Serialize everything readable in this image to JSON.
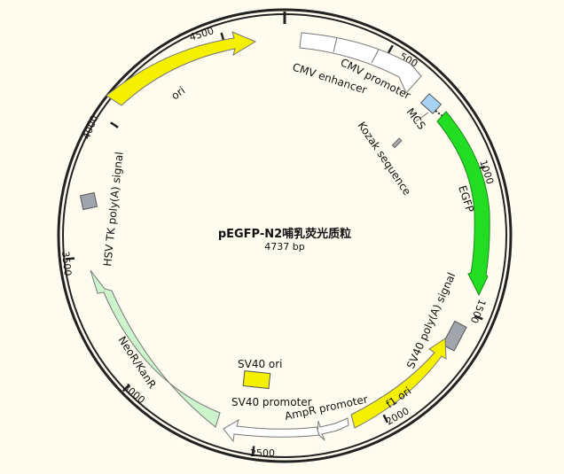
{
  "plasmid": {
    "name": "pEGFP-N2哺乳荧光质粒",
    "size_label": "4737 bp",
    "length": 4737
  },
  "ticks": [
    {
      "bp": 500,
      "label": "500"
    },
    {
      "bp": 1000,
      "label": "1000"
    },
    {
      "bp": 1500,
      "label": "1500"
    },
    {
      "bp": 2000,
      "label": "2000"
    },
    {
      "bp": 2500,
      "label": "2500"
    },
    {
      "bp": 3000,
      "label": "3000"
    },
    {
      "bp": 3500,
      "label": "3500"
    },
    {
      "bp": 4000,
      "label": "4000"
    },
    {
      "bp": 4500,
      "label": "4500"
    }
  ],
  "features": [
    {
      "name": "CMV enhancer",
      "color": "#ffffff"
    },
    {
      "name": "CMV promoter",
      "color": "#ffffff"
    },
    {
      "name": "MCS",
      "color": "#a9d3f5"
    },
    {
      "name": "Kozak sequence",
      "color": "#aaaaaa"
    },
    {
      "name": "EGFP",
      "color": "#22dd22"
    },
    {
      "name": "SV40 poly(A) signal",
      "color": "#a0a4ad"
    },
    {
      "name": "f1 ori",
      "color": "#f5f000"
    },
    {
      "name": "AmpR promoter",
      "color": "#ffffff"
    },
    {
      "name": "SV40 promoter",
      "color": "#ffffff"
    },
    {
      "name": "SV40 ori",
      "color": "#f5f000"
    },
    {
      "name": "NeoR/KanR",
      "color": "#cdf5cd"
    },
    {
      "name": "HSV TK poly(A) signal",
      "color": "#a0a4ad"
    },
    {
      "name": "ori",
      "color": "#f5f000"
    }
  ]
}
